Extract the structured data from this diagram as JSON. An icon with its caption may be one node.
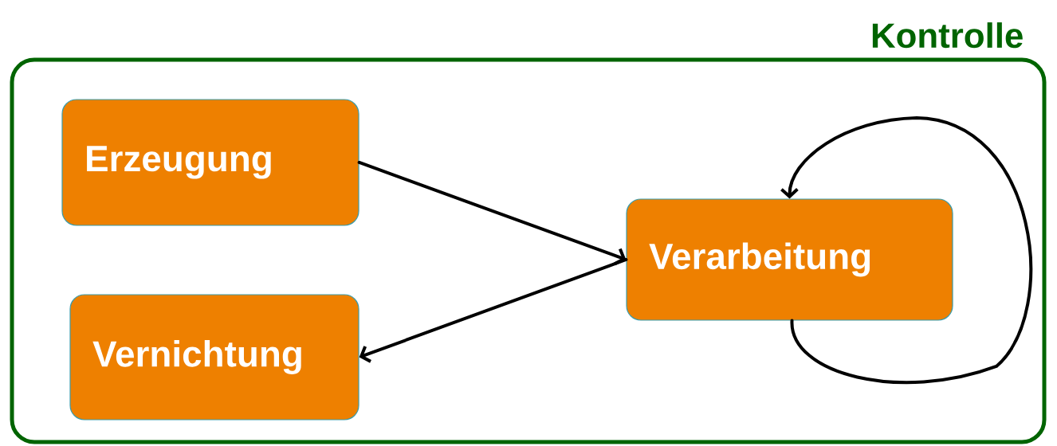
{
  "diagram": {
    "nodes": [
      {
        "text": [
          "Kontrolle"
        ]
      },
      {
        "text": [
          "Erzeugung"
        ],
        "in": 0
      },
      {
        "text": [
          "Vernichtung"
        ],
        "in": 0
      },
      {
        "text": [
          "Verarbeitung"
        ],
        "in": 0
      }
    ],
    "edges": [
      {
        "from": 1,
        "to": 3,
        "arrow": "to"
      },
      {
        "from": 3,
        "to": 2,
        "arrow": "to"
      },
      {
        "from": 3,
        "to": 3,
        "arrow": "to"
      }
    ]
  }
}
